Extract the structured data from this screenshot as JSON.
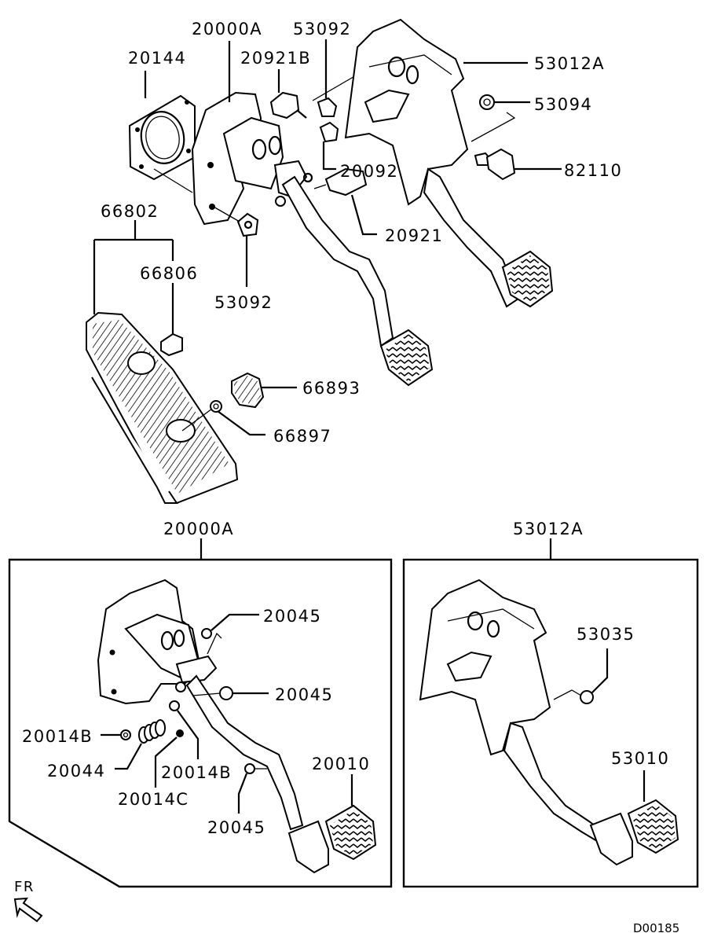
{
  "diagram": {
    "type": "exploded-parts-diagram",
    "subject": "Pedal assembly (clutch, brake, accelerator)",
    "drawing_id": "D00185",
    "direction_indicator": "FR",
    "colors": {
      "line": "#000000",
      "background": "#ffffff"
    }
  },
  "main_view": {
    "labels": [
      {
        "id": "20000A_top",
        "text": "20000A"
      },
      {
        "id": "53092_top",
        "text": "53092"
      },
      {
        "id": "20144",
        "text": "20144"
      },
      {
        "id": "20921B",
        "text": "20921B"
      },
      {
        "id": "53012A_top",
        "text": "53012A"
      },
      {
        "id": "53094",
        "text": "53094"
      },
      {
        "id": "20092",
        "text": "20092"
      },
      {
        "id": "82110",
        "text": "82110"
      },
      {
        "id": "20921",
        "text": "20921"
      },
      {
        "id": "66802",
        "text": "66802"
      },
      {
        "id": "66806",
        "text": "66806"
      },
      {
        "id": "53092_bottom",
        "text": "53092"
      },
      {
        "id": "66893",
        "text": "66893"
      },
      {
        "id": "66897",
        "text": "66897"
      }
    ]
  },
  "detail_left": {
    "title": "20000A",
    "labels": [
      {
        "id": "20045_a",
        "text": "20045"
      },
      {
        "id": "20045_b",
        "text": "20045"
      },
      {
        "id": "20014B_a",
        "text": "20014B"
      },
      {
        "id": "20044",
        "text": "20044"
      },
      {
        "id": "20014B_b",
        "text": "20014B"
      },
      {
        "id": "20014C",
        "text": "20014C"
      },
      {
        "id": "20045_c",
        "text": "20045"
      },
      {
        "id": "20010",
        "text": "20010"
      }
    ]
  },
  "detail_right": {
    "title": "53012A",
    "labels": [
      {
        "id": "53035",
        "text": "53035"
      },
      {
        "id": "53010",
        "text": "53010"
      }
    ]
  }
}
